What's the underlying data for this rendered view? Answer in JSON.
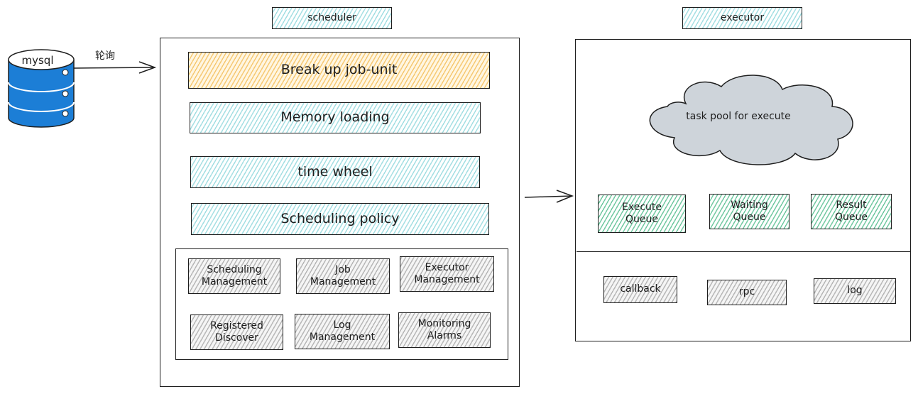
{
  "database": {
    "label": "mysql",
    "arrow_label": "轮询"
  },
  "scheduler": {
    "title": "scheduler",
    "layers": [
      "Break up job-unit",
      "Memory loading",
      "time wheel",
      "Scheduling policy"
    ],
    "modules": [
      [
        "Scheduling",
        "Management"
      ],
      [
        "Job",
        "Management"
      ],
      [
        "Executor",
        "Management"
      ],
      [
        "Registered",
        "Discover"
      ],
      [
        "Log",
        "Management"
      ],
      [
        "Monitoring",
        "Alarms"
      ]
    ]
  },
  "executor": {
    "title": "executor",
    "pool": "task pool for execute",
    "queues": [
      [
        "Execute",
        "Queue"
      ],
      [
        "Waiting",
        "Queue"
      ],
      [
        "Result",
        "Queue"
      ]
    ],
    "bottom": [
      "callback",
      "rpc",
      "log"
    ]
  },
  "colors": {
    "teal": "#a5dfe3",
    "orange": "#f6c974",
    "green": "#74c9a3",
    "gray": "#b8b8b8",
    "db_blue": "#1c7ed6",
    "cloud": "#ced4da"
  }
}
